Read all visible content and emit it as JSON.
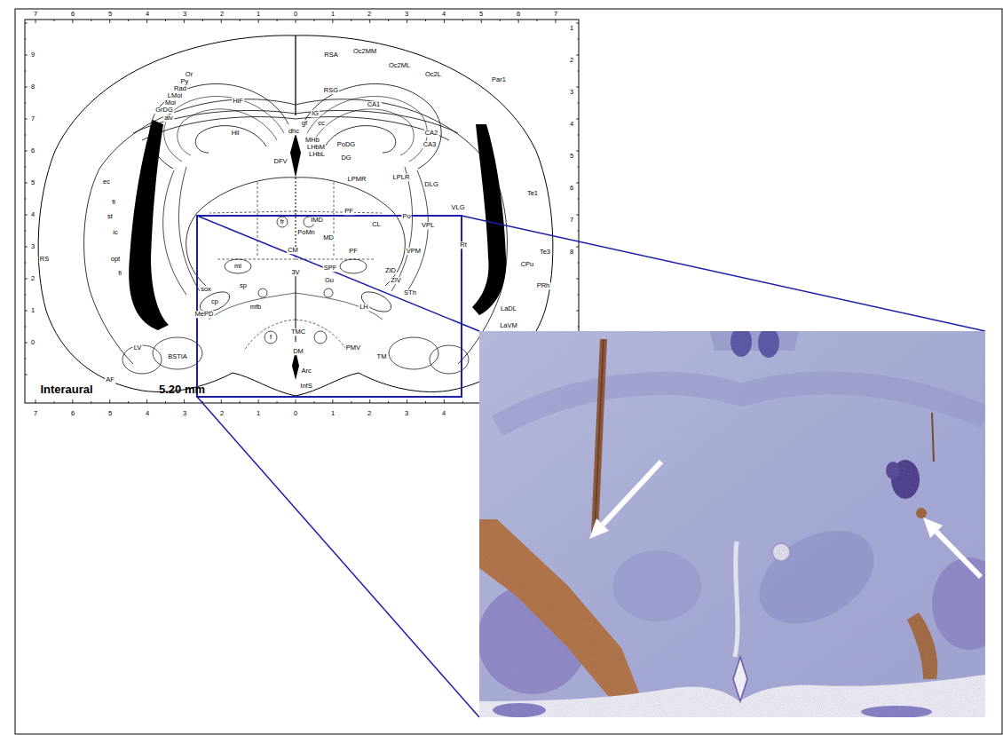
{
  "diagram": {
    "labels": [
      "7",
      "6",
      "5",
      "4",
      "3",
      "2",
      "1",
      "0",
      "1",
      "2",
      "3",
      "4",
      "5",
      "6",
      "7",
      "9",
      "8",
      "7",
      "6",
      "5",
      "4",
      "3",
      "2",
      "1",
      "0",
      "1",
      "2",
      "3",
      "4",
      "5",
      "6",
      "7",
      "8",
      "7",
      "6",
      "5",
      "4",
      "3",
      "2",
      "1",
      "0",
      "1",
      "2",
      "3",
      "4",
      "RSA",
      "Oc2MM",
      "Oc2ML",
      "Oc2L",
      "Par1",
      "RSG",
      "Or",
      "Py",
      "Rad",
      "LMol",
      "Mol",
      "GrDG",
      "alv",
      "HiF",
      "CA1",
      "IG",
      "gf",
      "cc",
      "dhc",
      "Hil",
      "CA2",
      "MHb",
      "PoDG",
      "CA3",
      "LHbM",
      "LHbL",
      "DG",
      "DFV",
      "LPMR",
      "LPLR",
      "ec",
      "DLG",
      "Te1",
      "fi",
      "VLG",
      "PF",
      "st",
      "Po",
      "IMD",
      "fr",
      "CL",
      "VPL",
      "ic",
      "PoMn",
      "MD",
      "Te3",
      "Rt",
      "CM",
      "PF",
      "VPM",
      "RS",
      "opt",
      "CPu",
      "ml",
      "SPF",
      "ZID",
      "3V",
      "fi",
      "Gu",
      "ZIV",
      "sp",
      "PRh",
      "sox",
      "STh",
      "cp",
      "mfb",
      "LH",
      "LaDL",
      "MePD",
      "LaVM",
      "TMC",
      "f",
      "LV",
      "PMV",
      "DM",
      "BSTIA",
      "TM",
      "Arc",
      "InfS",
      "AF",
      "Interaural",
      "5.20 mm"
    ]
  }
}
